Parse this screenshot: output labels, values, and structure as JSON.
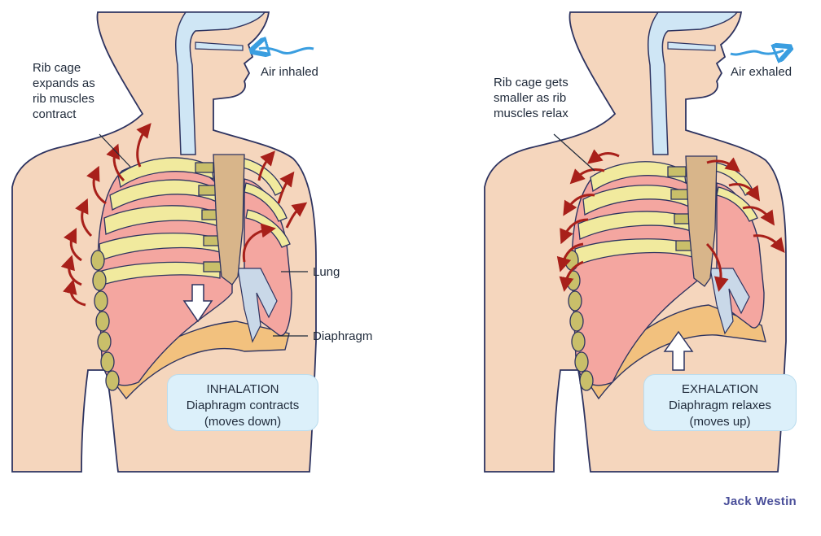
{
  "colors": {
    "skin": "#f5d6bd",
    "outline": "#2d3360",
    "lung": "#f4a6a0",
    "lung_shadow": "#ec8f8a",
    "rib_light": "#f1ea9e",
    "rib_dark": "#c9bf6a",
    "sternum": "#d8b58a",
    "airway": "#cfe6f5",
    "diaphragm": "#f2c17e",
    "arrow_red": "#a8201a",
    "air_arrow": "#3a9ee0",
    "box_fill": "#dcf0fa",
    "brand": "#4a4f9a"
  },
  "left": {
    "rib_label": "Rib cage\nexpands as\nrib muscles\ncontract",
    "air_label": "Air inhaled",
    "lung_label": "Lung",
    "diaphragm_label": "Diaphragm",
    "box_title": "INHALATION",
    "box_line1": "Diaphragm contracts",
    "box_line2": "(moves down)"
  },
  "right": {
    "rib_label": "Rib cage gets\nsmaller as rib\nmuscles relax",
    "air_label": "Air exhaled",
    "box_title": "EXHALATION",
    "box_line1": "Diaphragm relaxes",
    "box_line2": "(moves up)"
  },
  "brand": "Jack Westin"
}
